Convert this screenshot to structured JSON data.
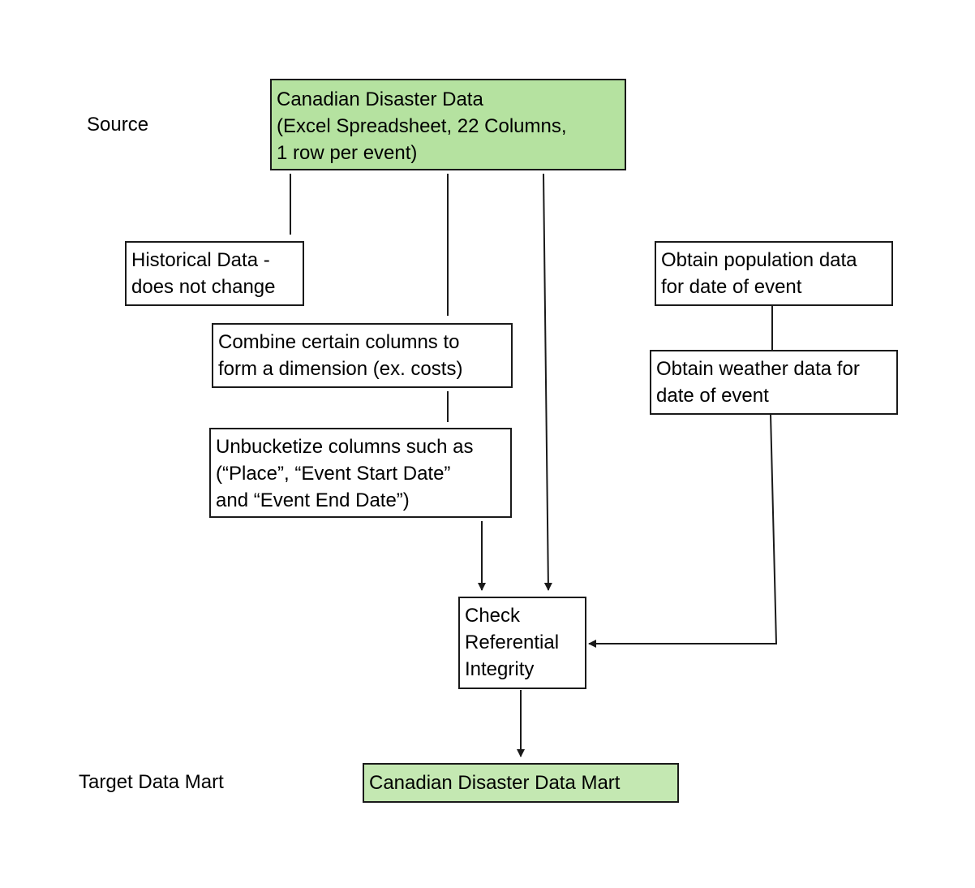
{
  "labels": {
    "source": "Source",
    "target": "Target Data Mart"
  },
  "nodes": {
    "source_data": {
      "lines": [
        "Canadian Disaster Data",
        "(Excel Spreadsheet, 22 Columns,",
        "1 row per event)"
      ]
    },
    "historical": {
      "lines": [
        "Historical Data -",
        "does not change"
      ]
    },
    "combine": {
      "lines": [
        "Combine certain columns to",
        "form a dimension (ex. costs)"
      ]
    },
    "unbucketize": {
      "lines": [
        "Unbucketize columns such as",
        "(“Place”, “Event Start Date”",
        "and “Event End Date”)"
      ]
    },
    "population": {
      "lines": [
        "Obtain population data",
        "for date of event"
      ]
    },
    "weather": {
      "lines": [
        "Obtain weather data for",
        "date of event"
      ]
    },
    "check": {
      "lines": [
        "Check",
        "Referential",
        "Integrity"
      ]
    },
    "data_mart": {
      "lines": [
        "Canadian Disaster Data Mart"
      ]
    }
  },
  "colors": {
    "source_fill": "#b5e2a0",
    "target_fill": "#c4e8b2",
    "stroke": "#1a1a1a"
  }
}
